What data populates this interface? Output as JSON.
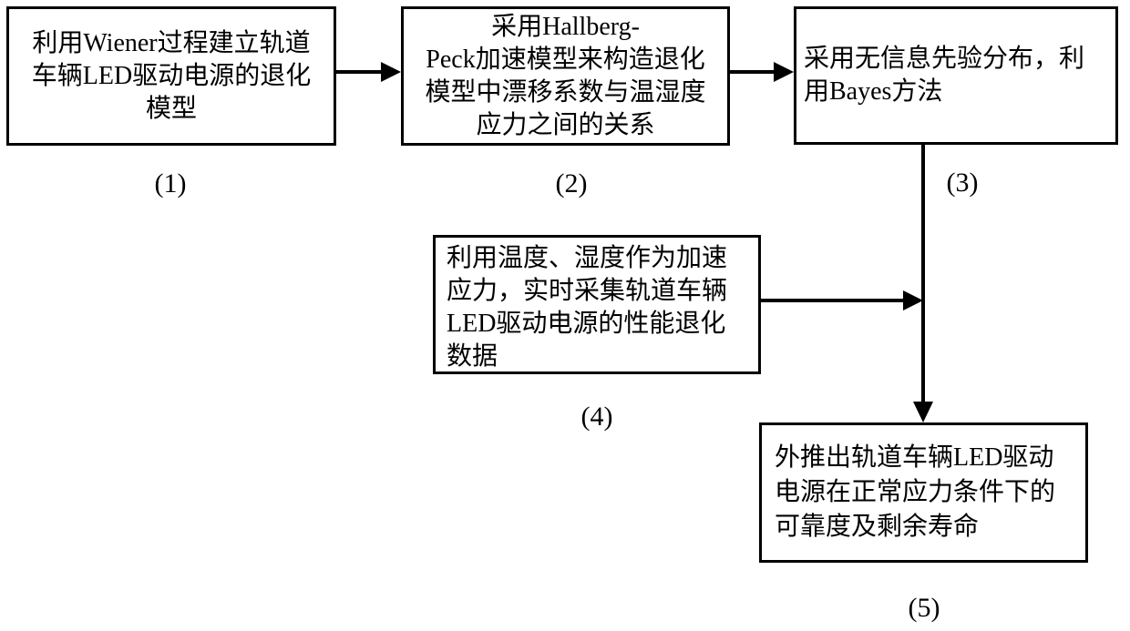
{
  "figure": {
    "background": "#ffffff",
    "line_color": "#000000",
    "type": "flowchart"
  },
  "steps": [
    {
      "label": "(1)",
      "lines": [
        "利用Wiener过程建立轨道",
        "车辆LED驱动电源的退化",
        "模型"
      ]
    },
    {
      "label": "(2)",
      "lines": [
        "采用Hallberg-",
        "Peck加速模型来构造退化",
        "模型中漂移系数与温湿度",
        "应力之间的关系"
      ]
    },
    {
      "label": "(3)",
      "lines": [
        "采用无信息先验分布，利",
        "用Bayes方法"
      ]
    },
    {
      "label": "(4)",
      "lines": [
        "利用温度、湿度作为加速",
        "应力，实时采集轨道车辆",
        "LED驱动电源的性能退化",
        "数据"
      ]
    },
    {
      "label": "(5)",
      "lines": [
        "外推出轨道车辆LED驱动",
        "电源在正常应力条件下的",
        "可靠度及剩余寿命"
      ]
    }
  ],
  "connectors": [
    {
      "from": "(1)",
      "to": "(2)",
      "direction": "right"
    },
    {
      "from": "(2)",
      "to": "(3)",
      "direction": "right"
    },
    {
      "from": "(3)",
      "to": "(5)",
      "direction": "down"
    },
    {
      "from": "(4)",
      "to": "(3)-(5) line",
      "direction": "right"
    }
  ]
}
